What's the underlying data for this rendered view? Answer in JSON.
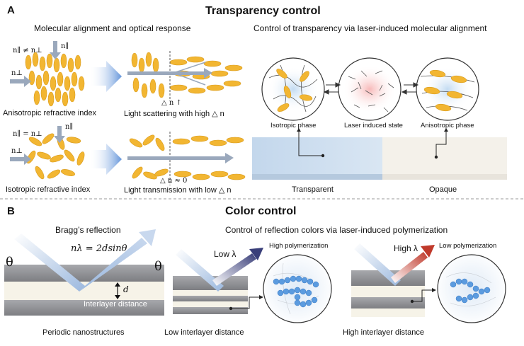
{
  "panel_a": {
    "letter": "A",
    "title": "Transparency control",
    "left_subtitle": "Molecular alignment and optical response",
    "right_subtitle": "Control of transparency via laser-induced molecular alignment",
    "sym_n_par_neq_perp": "n∥ ≠ n⊥",
    "sym_n_par": "n∥",
    "sym_n_perp": "n⊥",
    "sym_n_par_eq_perp": "n∥ = n⊥",
    "sym_delta_n_up": "△ n ↑",
    "sym_delta_n_zero": "△ n ≈ 0",
    "caption_aniso_index": "Anisotropic refractive index",
    "caption_scattering": "Light scattering with high △ n",
    "caption_iso_index": "Isotropic refractive index",
    "caption_transmission": "Light transmission with low △ n",
    "label_isotropic_phase": "Isotropic phase",
    "label_laser_state": "Laser induced state",
    "label_anisotropic_phase": "Anisotropic phase",
    "label_transparent": "Transparent",
    "label_opaque": "Opaque"
  },
  "panel_b": {
    "letter": "B",
    "title": "Color control",
    "left_subtitle": "Bragg’s reflection",
    "right_subtitle": "Control of reflection colors via laser-induced polymerization",
    "equation": "nλ = 2dsinθ",
    "theta": "θ",
    "d_symbol": "d",
    "label_interlayer": "Interlayer distance",
    "caption_periodic": "Periodic nanostructures",
    "low_lambda": "Low λ",
    "high_lambda": "High λ",
    "label_high_poly": "High polymerization",
    "label_low_poly": "Low polymerization",
    "caption_low_interlayer": "Low interlayer distance",
    "caption_high_interlayer": "High interlayer distance"
  },
  "colors": {
    "molecule": "#f2b632",
    "chain": "#9aa0a8",
    "arrow": "#9aa8bc",
    "transparent_slab": "#c9dbee",
    "opaque_slab": "#f4f1ea",
    "glow_blue": "#bcd7f0",
    "glow_pink": "#f7c1c1",
    "polymer": "#5b9bdf",
    "layer_dark": "#8f9094",
    "layer_light": "#f6f3e8",
    "low_lambda_arrow": "#3a3f7a",
    "high_lambda_arrow": "#c0392b"
  }
}
